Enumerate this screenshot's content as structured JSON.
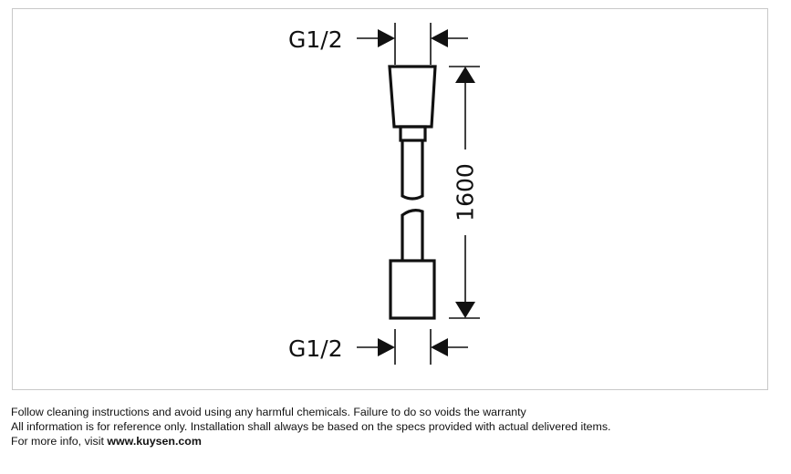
{
  "diagram": {
    "top_thread_label": "G1/2",
    "bottom_thread_label": "G1/2",
    "length_label": "1600"
  },
  "notes": {
    "line1": "Follow cleaning instructions and avoid using any harmful chemicals. Failure to do so voids the warranty",
    "line2": "All information is for reference only. Installation shall always be based on the specs provided with actual delivered items.",
    "line3_prefix": "For more info, visit ",
    "line3_link": "www.kuysen.com"
  },
  "colors": {
    "line": "#111111",
    "frame_border": "#c8c8c8"
  }
}
